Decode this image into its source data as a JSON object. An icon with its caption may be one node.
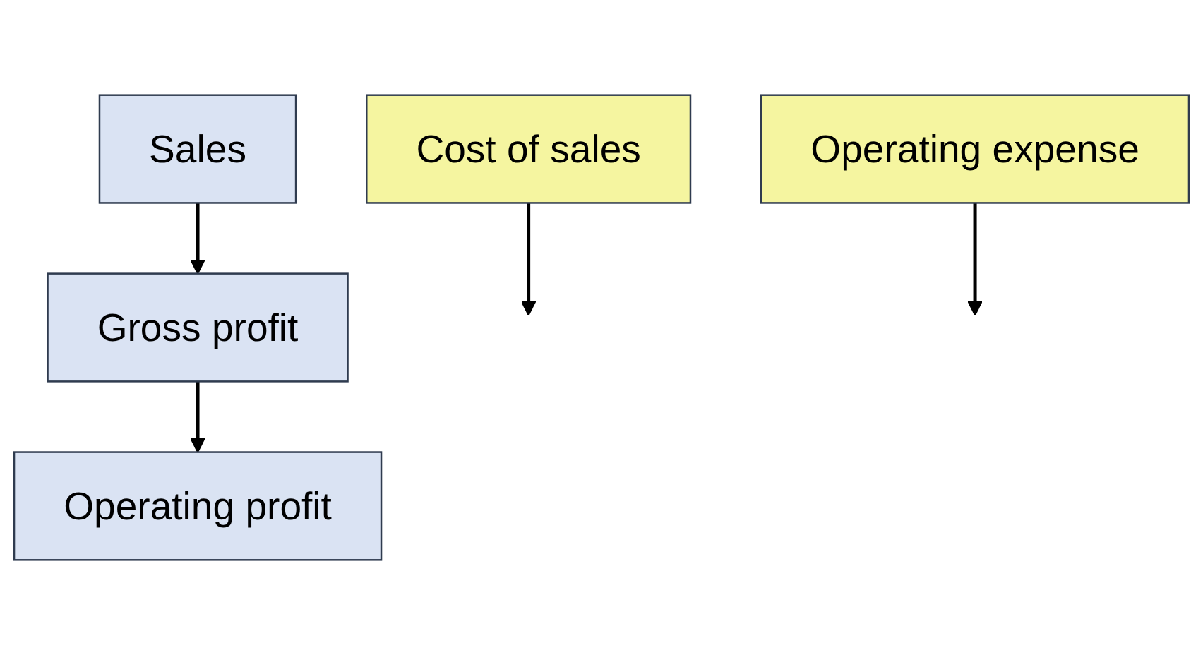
{
  "diagram": {
    "nodes": [
      {
        "text": [
          "Sales"
        ]
      },
      {
        "text": [
          "Cost of sales"
        ]
      },
      {
        "text": [
          "Gross profit"
        ]
      },
      {
        "text": [
          "Operating expense"
        ]
      },
      {
        "text": [
          "Operating profit"
        ]
      }
    ],
    "edges": [
      {
        "from": 0,
        "to": 2,
        "arrow": "to"
      },
      {
        "from": 1,
        "to": null,
        "arrow": "to"
      },
      {
        "from": 2,
        "to": 4,
        "arrow": "to"
      },
      {
        "from": 3,
        "to": null,
        "arrow": "to"
      }
    ]
  }
}
